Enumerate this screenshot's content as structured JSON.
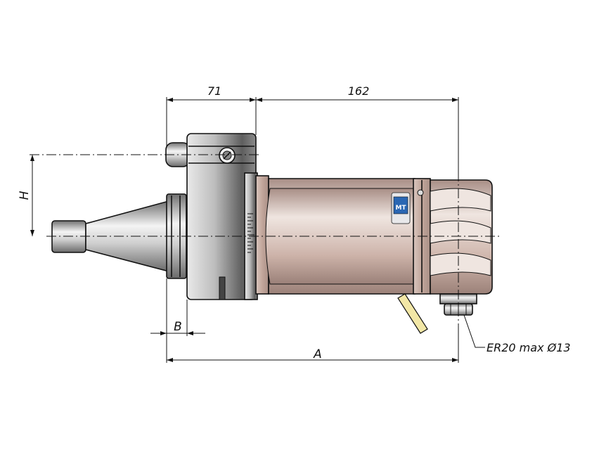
{
  "dimensions": {
    "flange_width": "71",
    "body_length": "162",
    "height": "H",
    "offset": "B",
    "total_length": "A"
  },
  "callouts": {
    "collet": "ER20 max Ø13"
  },
  "logo_text": "MT",
  "colors": {
    "steel_dark": "#8f8f8f",
    "steel_light": "#e6e6e6",
    "body_bronze": "#c9aea4",
    "body_bronze_light": "#ece1dc",
    "coolant_pipe": "#f2e7a6",
    "logo_blue": "#2a67b3"
  }
}
